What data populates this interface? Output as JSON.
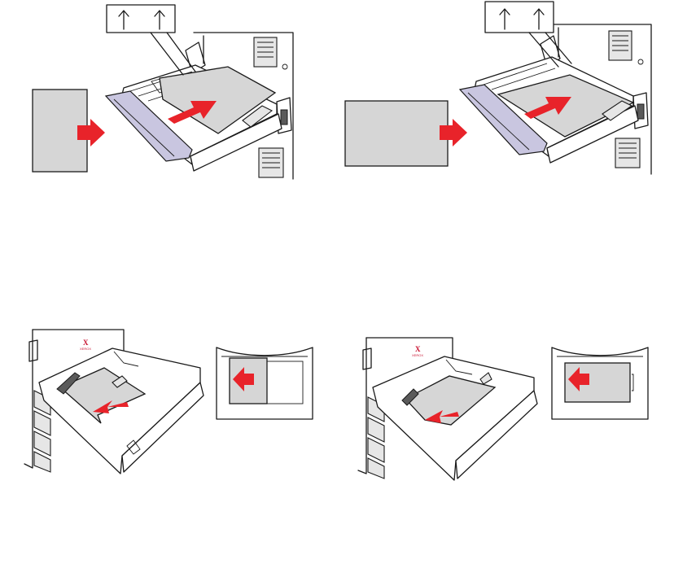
{
  "panels": [
    {
      "id": "bypass-tray-portrait",
      "feed_arrow": "right",
      "label_arrows": "two-up-arrows"
    },
    {
      "id": "bypass-tray-landscape",
      "feed_arrow": "right",
      "label_arrows": "two-up-arrows"
    },
    {
      "id": "drawer-tray-portrait",
      "feed_arrow": "left",
      "logo": "X"
    },
    {
      "id": "drawer-tray-landscape",
      "feed_arrow": "left",
      "logo": "X"
    }
  ],
  "colors": {
    "arrow": "#e8232a",
    "paper": "#d6d6d6",
    "tray_edge": "#c9c6e0",
    "logo": "#c8102e"
  },
  "logo_text": "X",
  "logo_subtext": "XEROX"
}
